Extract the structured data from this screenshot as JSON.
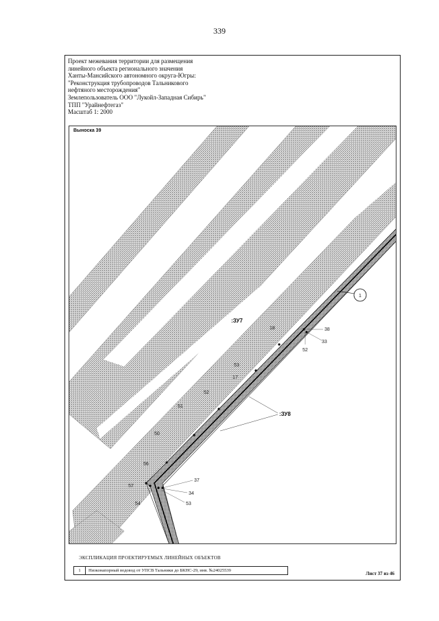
{
  "page_number": "339",
  "title_block": {
    "lines": [
      "Проект межевания территории для размещения",
      "линейного объекта регионального значения",
      "Ханты-Мансийского автономного округа-Югры:",
      "\"Реконструкция трубопроводов Тальникового",
      "нефтяного месторождения\"",
      "Землепользователь ООО \"Лукойл-Западная Сибирь\"",
      "ТПП \"Урайнефтегаз\"",
      "Масштаб 1: 2000"
    ]
  },
  "map": {
    "callout_title": "Выноска 39",
    "zone_labels": [
      ":ЗУ7",
      ":ЗУ8"
    ],
    "object_marker": "1",
    "point_labels": [
      "18",
      "38",
      "33",
      "52",
      "53",
      "17",
      "52",
      "51",
      "50",
      "56",
      "57",
      "37",
      "34",
      "53",
      "54"
    ]
  },
  "legend": {
    "heading": "ЭКСПЛИКАЦИЯ ПРОЕКТИРУЕМЫХ ЛИНЕЙНЫХ ОБЪЕКТОВ",
    "rows": [
      {
        "num": "1",
        "desc": "Низконапорный водовод от УПСВ Тальники до БКНС-29, инв. №24025539"
      }
    ]
  },
  "sheet_number": "Лист 37 из 46"
}
